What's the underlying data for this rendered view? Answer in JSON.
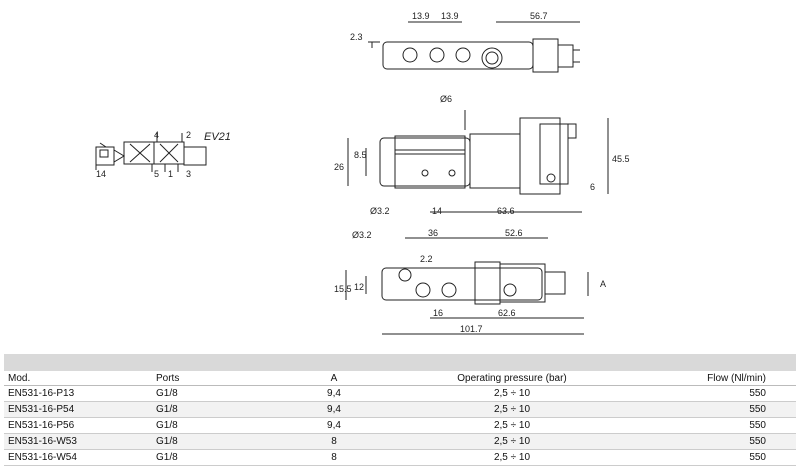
{
  "symbol": {
    "model_code": "EV21",
    "ports": [
      "4",
      "2",
      "14",
      "5",
      "1",
      "3"
    ]
  },
  "dimensions": {
    "top_view": [
      "13.9",
      "13.9",
      "56.7",
      "2.3"
    ],
    "front_view": [
      "Ø6",
      "26",
      "8.5",
      "45.5",
      "6",
      "Ø3.2",
      "14",
      "63.6"
    ],
    "bottom_view": [
      "Ø3.2",
      "36",
      "52.6",
      "2.2",
      "15.5",
      "12",
      "A",
      "16",
      "62.6",
      "101.7"
    ]
  },
  "table": {
    "headers": [
      "Mod.",
      "Ports",
      "A",
      "Operating pressure (bar)",
      "Flow (Nl/min)"
    ],
    "rows": [
      [
        "EN531-16-P13",
        "G1/8",
        "9,4",
        "2,5 ÷ 10",
        "550"
      ],
      [
        "EN531-16-P54",
        "G1/8",
        "9,4",
        "2,5 ÷ 10",
        "550"
      ],
      [
        "EN531-16-P56",
        "G1/8",
        "9,4",
        "2,5 ÷ 10",
        "550"
      ],
      [
        "EN531-16-W53",
        "G1/8",
        "8",
        "2,5 ÷ 10",
        "550"
      ],
      [
        "EN531-16-W54",
        "G1/8",
        "8",
        "2,5 ÷ 10",
        "550"
      ]
    ]
  }
}
